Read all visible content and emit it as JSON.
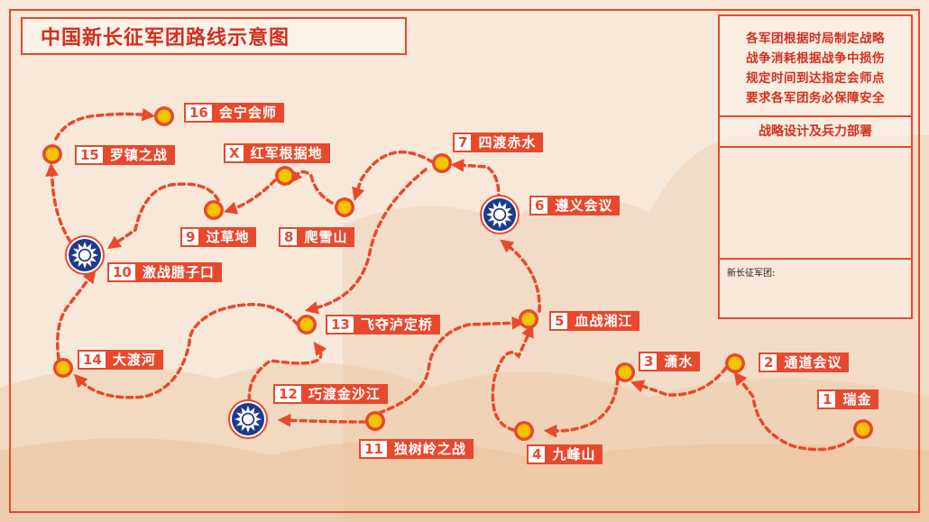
{
  "title": "中国新长征军团路线示意图",
  "panel": {
    "rules": [
      "各军团根据时局制定战略",
      "战争消耗根据战争中损伤",
      "规定时间到达指定会师点",
      "要求各军团务必保障安全"
    ],
    "strategy_title": "战略设计及兵力部署",
    "army_label": "新长征军团:"
  },
  "colors": {
    "accent": "#e8492d",
    "node": "#f5c400",
    "emblem": "#1d3a8a"
  },
  "stations": [
    {
      "num": "1",
      "name": "瑞金"
    },
    {
      "num": "2",
      "name": "通道会议"
    },
    {
      "num": "3",
      "name": "潇水"
    },
    {
      "num": "4",
      "name": "九峰山"
    },
    {
      "num": "5",
      "name": "血战湘江"
    },
    {
      "num": "6",
      "name": "遵义会议"
    },
    {
      "num": "7",
      "name": "四渡赤水"
    },
    {
      "num": "8",
      "name": "爬雪山"
    },
    {
      "num": "9",
      "name": "过草地"
    },
    {
      "num": "X",
      "name": "红军根据地"
    },
    {
      "num": "10",
      "name": "激战腊子口"
    },
    {
      "num": "11",
      "name": "独树岭之战"
    },
    {
      "num": "12",
      "name": "巧渡金沙江"
    },
    {
      "num": "13",
      "name": "飞夺泸定桥"
    },
    {
      "num": "14",
      "name": "大渡河"
    },
    {
      "num": "15",
      "name": "罗镇之战"
    },
    {
      "num": "16",
      "name": "会宁会师"
    }
  ]
}
